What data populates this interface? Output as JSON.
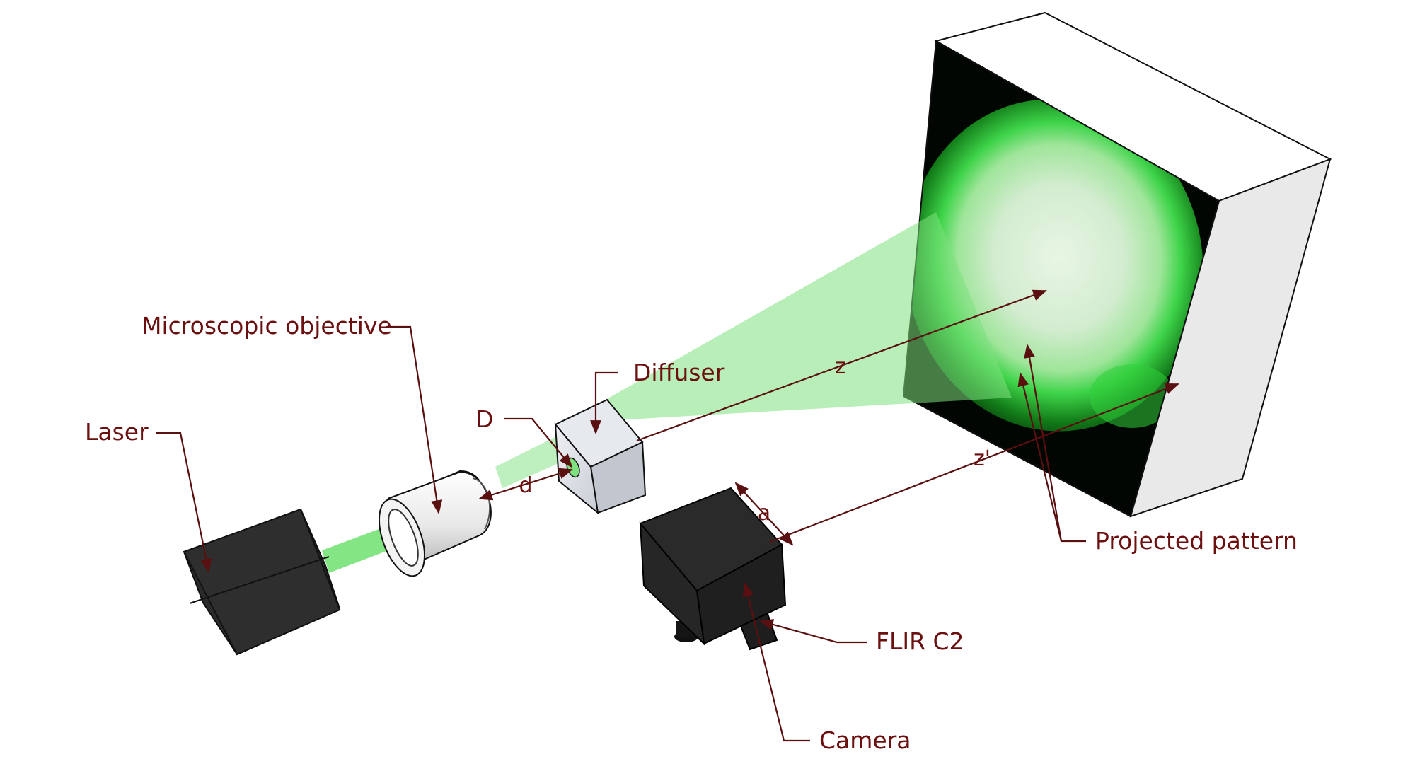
{
  "labels": {
    "laser": "Laser",
    "microscopic_objective": "Microscopic objective",
    "diffuser": "Diffuser",
    "aperture_D": "D",
    "projected_pattern": "Projected pattern",
    "flir": "FLIR C2",
    "camera": "Camera"
  },
  "dimensions": {
    "d": "d",
    "z": "z",
    "z_prime": "z'",
    "a": "a"
  },
  "colors": {
    "label_text": "#6b0f0f",
    "leader_line": "#5a1010",
    "beam_green": "#7ee07e",
    "speckle_green": "#2fcf3a",
    "device_dark": "#222222",
    "screen_side": "#e9e9e9"
  }
}
